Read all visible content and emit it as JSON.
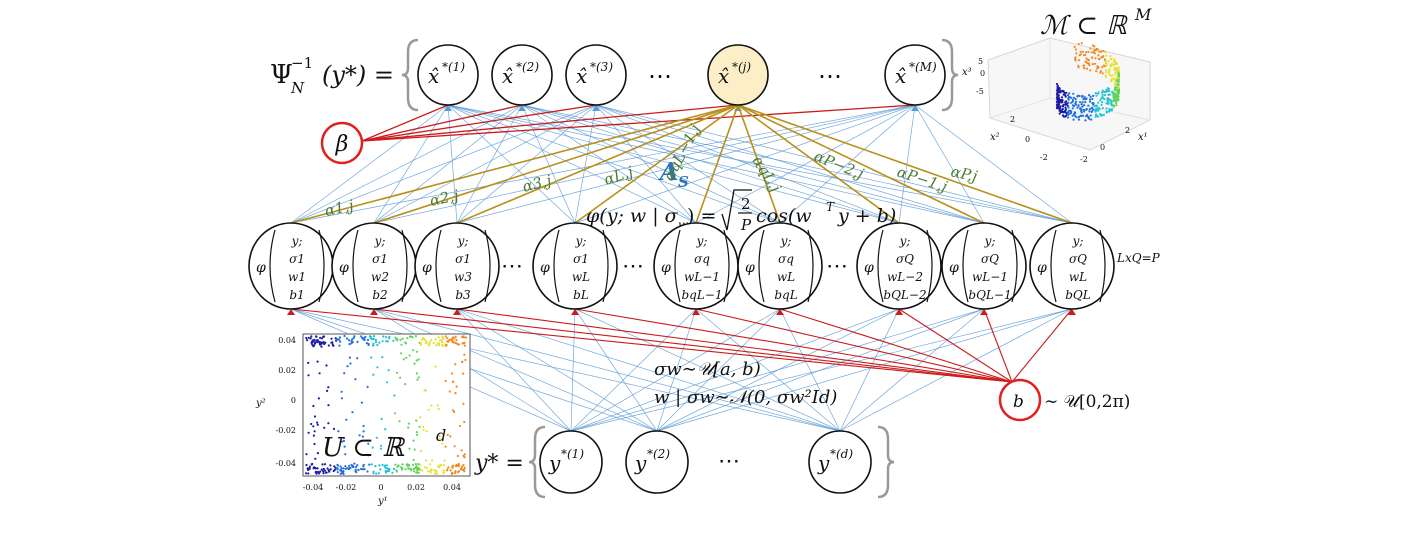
{
  "output_layer": {
    "lhs": "Ψ",
    "lhs_sub": "N",
    "lhs_sup": "−1",
    "lhs_arg": "(y*) =",
    "nodes": [
      {
        "base": "x̂",
        "sup": "*(1)"
      },
      {
        "base": "x̂",
        "sup": "*(2)"
      },
      {
        "base": "x̂",
        "sup": "*(3)"
      },
      {
        "base": "x̂",
        "sup": "*(j)",
        "highlighted": true
      },
      {
        "base": "x̂",
        "sup": "*(M)"
      }
    ],
    "ellipsis": "⋯",
    "highlight_color": "#fcefc8"
  },
  "manifold_label": "ℳ ⊂ ℝ",
  "manifold_label_sup": "M",
  "manifold_axes": {
    "x3": "x³",
    "x2": "x²",
    "x1": "x¹",
    "z_ticks": [
      "5",
      "0",
      "-5"
    ],
    "x2_ticks": [
      "2",
      "0",
      "-2"
    ],
    "x1_ticks": [
      "2",
      "0",
      "-2"
    ]
  },
  "beta_label": "β",
  "As_label": "A",
  "As_sub": "S",
  "alpha_labels": [
    "α1,j",
    "α2,j",
    "α3,j",
    "αL,j",
    "αqL−1,j",
    "αqL,j",
    "αP−2,j",
    "αP−1,j",
    "αP,j"
  ],
  "feature_equation": {
    "lhs": "φ(y; w | σ",
    "lhs_sub": "w",
    "eq": ") =",
    "frac_num": "2",
    "frac_den": "P",
    "rhs": "cos(w",
    "rhs_sup": "T",
    "rhs_tail": "y + b)"
  },
  "hidden_nodes": [
    {
      "phi": "φ",
      "rows": [
        "y;",
        "σ1",
        "w1",
        "b1"
      ]
    },
    {
      "phi": "φ",
      "rows": [
        "y;",
        "σ1",
        "w2",
        "b2"
      ]
    },
    {
      "phi": "φ",
      "rows": [
        "y;",
        "σ1",
        "w3",
        "b3"
      ]
    },
    {
      "phi": "φ",
      "rows": [
        "y;",
        "σ1",
        "wL",
        "bL"
      ]
    },
    {
      "phi": "φ",
      "rows": [
        "y;",
        "σq",
        "wL−1",
        "bqL−1"
      ]
    },
    {
      "phi": "φ",
      "rows": [
        "y;",
        "σq",
        "wL",
        "bqL"
      ]
    },
    {
      "phi": "φ",
      "rows": [
        "y;",
        "σQ",
        "wL−2",
        "bQL−2"
      ]
    },
    {
      "phi": "φ",
      "rows": [
        "y;",
        "σQ",
        "wL−1",
        "bQL−1"
      ]
    },
    {
      "phi": "φ",
      "rows": [
        "y;",
        "σQ",
        "wL",
        "bQL"
      ]
    }
  ],
  "hidden_ellipsis": "⋯",
  "lxq_label": "LxQ=P",
  "sampling": {
    "sigma_line": "σw∼𝒰[a, b)",
    "w_line": "w | σw∼𝒩(0, σw²Id)"
  },
  "b_node": "b",
  "b_dist": "∼ 𝒰[0,2π)",
  "input_layer": {
    "lhs": "y* =",
    "nodes": [
      {
        "base": "y",
        "sup": "*(1)"
      },
      {
        "base": "y",
        "sup": "*(2)"
      },
      {
        "base": "y",
        "sup": "*(d)"
      }
    ],
    "ellipsis": "⋯"
  },
  "embedding_label": "U ⊂ ℝ",
  "embedding_label_sup": "d",
  "scatter_axes": {
    "ylabel": "y²",
    "xlabel": "y¹",
    "y_ticks": [
      "0.04",
      "0.02",
      "0",
      "-0.02",
      "-0.04"
    ],
    "x_ticks": [
      "-0.04",
      "-0.02",
      "0",
      "0.02",
      "0.04"
    ]
  },
  "colors": {
    "blue_line": "#5b9bd5",
    "red_line": "#cc1b1b",
    "gold_line": "#b8901a",
    "alpha_text": "#4e7a32",
    "As_text": "#2e75b6",
    "beta_circle": "#e02020"
  }
}
